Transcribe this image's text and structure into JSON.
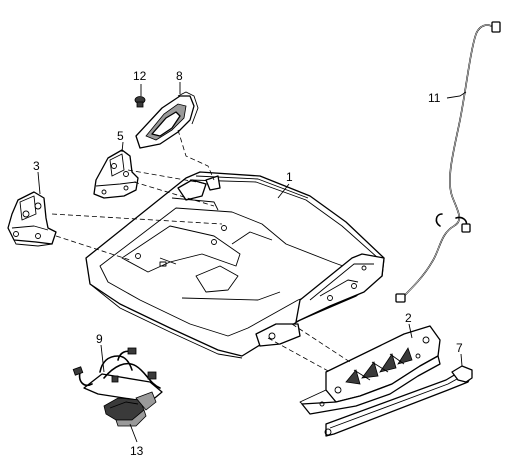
{
  "callouts": {
    "p1": "1",
    "p2": "2",
    "p3": "3",
    "p5": "5",
    "p7": "7",
    "p8": "8",
    "p9": "9",
    "p11": "11",
    "p12": "12",
    "p13": "13"
  }
}
